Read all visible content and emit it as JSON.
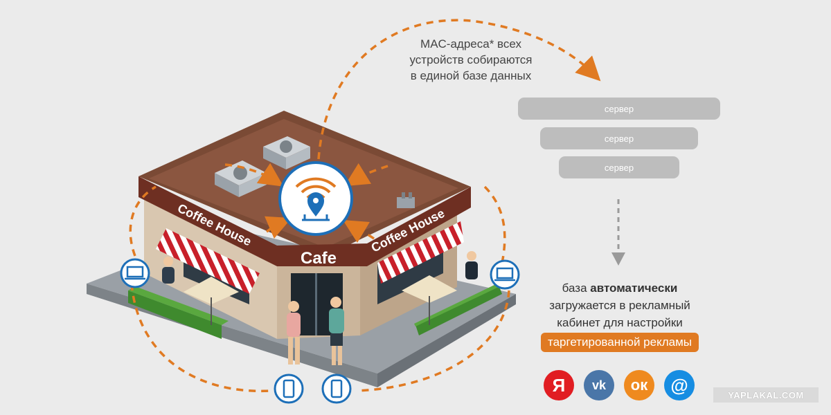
{
  "mac_caption": {
    "line1": "MAC-адреса* всех",
    "line2": "устройств собираются",
    "line3": "в единой базе данных"
  },
  "servers": [
    "сервер",
    "сервер",
    "сервер"
  ],
  "shop": {
    "sign_left": "Coffee House",
    "sign_right": "Coffee House",
    "sign_center": "Cafe"
  },
  "database_text": {
    "word1": "база",
    "word2_bold": "автоматически",
    "line2": "загружается в рекламный",
    "line3": "кабинет для настройки",
    "highlight": "таргетированной рекламы"
  },
  "social_icons": [
    {
      "name": "yandex-icon",
      "glyph": "Я",
      "color": "#e11d22"
    },
    {
      "name": "vk-icon",
      "glyph": "vk",
      "color": "#4a76a8"
    },
    {
      "name": "odnoklassniki-icon",
      "glyph": "ок",
      "color": "#ef8a1f"
    },
    {
      "name": "mail-icon",
      "glyph": "@",
      "color": "#168de2"
    }
  ],
  "watermark": "YAPLAKAL.COM",
  "colors": {
    "accent_orange": "#e07a22",
    "icon_blue": "#1d6fb8",
    "server_gray": "#bdbdbd",
    "awning_red": "#c8202a",
    "roof_brown": "#7a4a35"
  }
}
